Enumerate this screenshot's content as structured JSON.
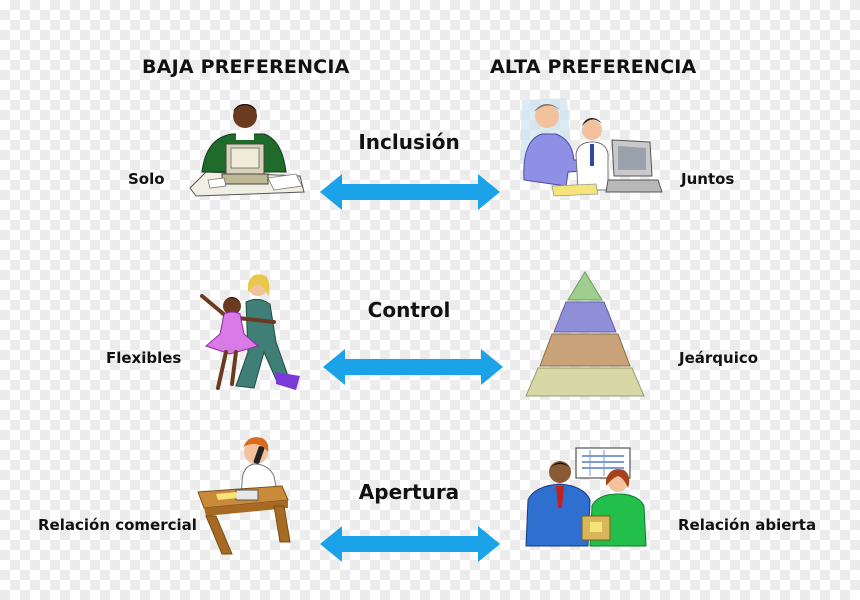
{
  "headers": {
    "low": "BAJA PREFERENCIA",
    "high": "ALTA PREFERENCIA"
  },
  "rows": [
    {
      "concept": "Inclusión",
      "low_label": "Solo",
      "high_label": "Juntos"
    },
    {
      "concept": "Control",
      "low_label": "Flexibles",
      "high_label": "Jeárquico"
    },
    {
      "concept": "Apertura",
      "low_label": "Relación comercial",
      "high_label": "Relación abierta"
    }
  ],
  "colors": {
    "arrow": "#1aa3e8"
  },
  "icons": [
    "person-at-desk-icon",
    "coworkers-computer-icon",
    "dancing-couple-icon",
    "pyramid-icon",
    "person-on-phone-icon",
    "business-meeting-icon"
  ]
}
